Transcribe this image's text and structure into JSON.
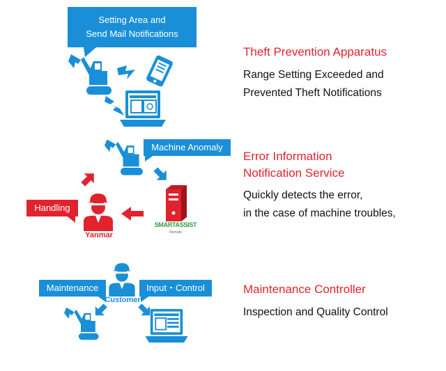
{
  "colors": {
    "blue": "#1a8fd8",
    "red": "#e1232e",
    "text": "#111111"
  },
  "section1": {
    "bubble_line1": "Setting Area and",
    "bubble_line2": "Send Mail Notifications",
    "title": "Theft Prevention Apparatus",
    "desc_line1": "Range Setting Exceeded and",
    "desc_line2": "Prevented Theft Notifications",
    "icons": [
      "excavator-icon",
      "lightning-icon",
      "smartphone-icon",
      "laptop-icon"
    ]
  },
  "section2": {
    "bubble_anomaly": "Machine Anomaly",
    "bubble_handling": "Handling",
    "person_label": "Yanmar",
    "logo_text": "SMARTASSIST",
    "logo_sub": "Remote",
    "title_line1": "Error Information",
    "title_line2": "Notification Service",
    "desc_line1": "Quickly detects the error,",
    "desc_line2": "in the case of machine troubles,",
    "icons": [
      "excavator-icon",
      "server-icon",
      "person-icon",
      "arrow-icon"
    ]
  },
  "section3": {
    "bubble_maintenance": "Maintenance",
    "bubble_input": "Input・Control",
    "person_label": "Customer",
    "title": "Maintenance Controller",
    "desc": "Inspection and Quality Control",
    "icons": [
      "person-icon",
      "excavator-icon",
      "laptop-icon",
      "arrow-icon"
    ]
  }
}
